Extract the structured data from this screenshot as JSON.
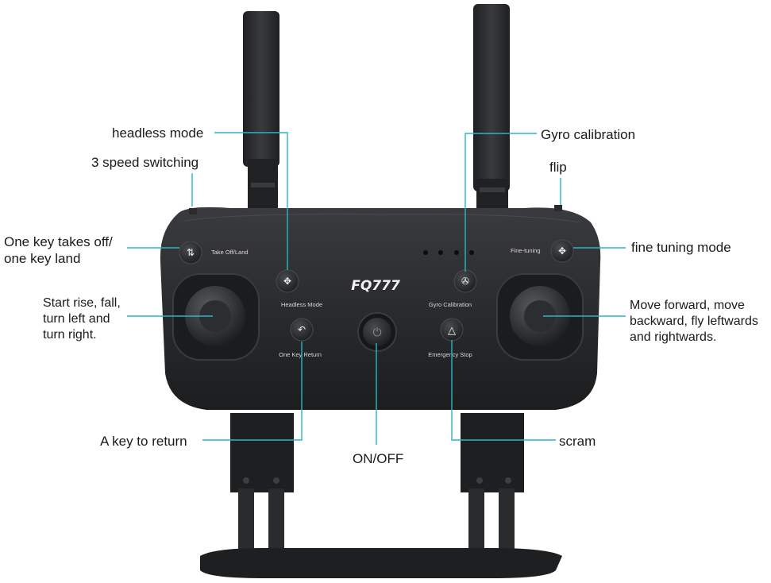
{
  "brand": "FQ777",
  "panel_labels": {
    "take_off_land": "Take Off/Land",
    "fine_tuning": "Fine-tuning",
    "headless_mode": "Headless Mode",
    "gyro_calibration": "Gyro Calibration",
    "one_key_return": "One Key Return",
    "emergency_stop": "Emergency Stop"
  },
  "callouts": {
    "headless_mode": "headless mode",
    "three_speed": "3 speed switching",
    "one_key_takeoff": "One key takes off/\none key land",
    "left_stick": "Start rise, fall,\nturn left and\nturn right.",
    "return_key": "A key to return",
    "on_off": "ON/OFF",
    "gyro_calibration": "Gyro calibration",
    "flip": "flip",
    "fine_tuning": "fine tuning mode",
    "right_stick": "Move forward, move\nbackward, fly leftwards\n and  rightwards.",
    "scram": "scram"
  },
  "colors": {
    "leader": "#2bb5c6",
    "body": "#2a2b2d",
    "icon": "#e8f4f6"
  }
}
